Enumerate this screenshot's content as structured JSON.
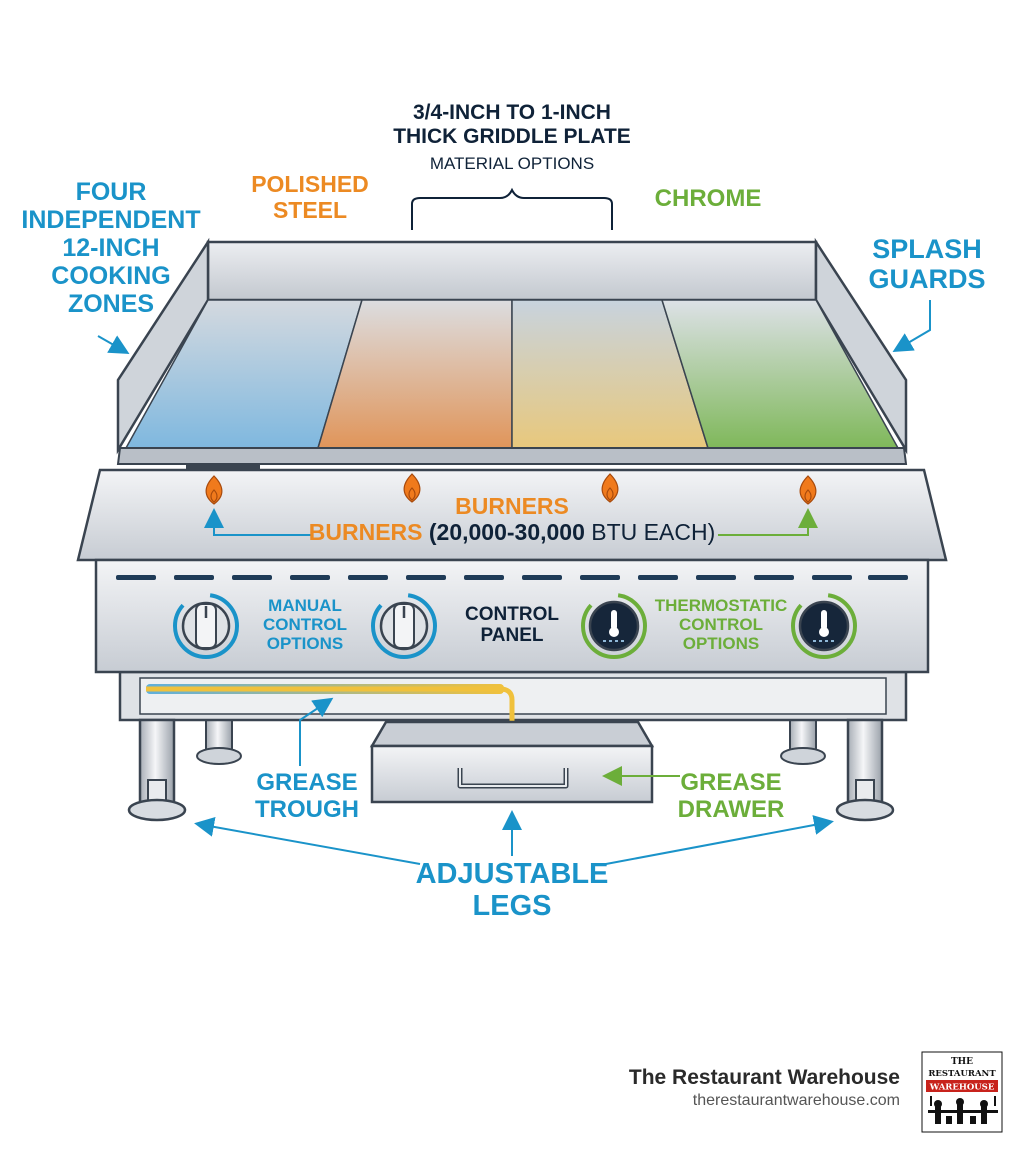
{
  "diagram": {
    "plate_title_line1": "3/4-INCH TO 1-INCH",
    "plate_title_line2": "THICK GRIDDLE PLATE",
    "plate_subtitle": "MATERIAL OPTIONS",
    "zones_label": [
      "FOUR",
      "INDEPENDENT",
      "12-INCH",
      "COOKING",
      "ZONES"
    ],
    "polished_steel_label": [
      "POLISHED",
      "STEEL"
    ],
    "chrome_label": "CHROME",
    "splash_guards_label": [
      "SPLASH",
      "GUARDS"
    ],
    "burners_label": "BURNERS",
    "burners_spec_label": "BURNERS",
    "burners_spec_detail": "(20,000-30,000",
    "burners_spec_unit": " BTU EACH)",
    "manual_control_label": [
      "MANUAL",
      "CONTROL",
      "OPTIONS"
    ],
    "control_panel_label": [
      "CONTROL",
      "PANEL"
    ],
    "thermostatic_control_label": [
      "THERMOSTATIC",
      "CONTROL",
      "OPTIONS"
    ],
    "grease_trough_label": [
      "GREASE",
      "TROUGH"
    ],
    "grease_drawer_label": [
      "GREASE",
      "DRAWER"
    ],
    "adjustable_legs_label": [
      "ADJUSTABLE",
      "LEGS"
    ]
  },
  "footer": {
    "brand_name": "The Restaurant Warehouse",
    "brand_url": "therestaurantwarehouse.com",
    "logo_text": [
      "THE",
      "RESTAURANT",
      "WAREHOUSE"
    ]
  },
  "colors": {
    "blue": "#1a93c9",
    "orange": "#ec8a23",
    "green": "#6cae3a",
    "navy": "#0f2238",
    "steel": "#c9ced6",
    "flame": "#f07a1c"
  }
}
